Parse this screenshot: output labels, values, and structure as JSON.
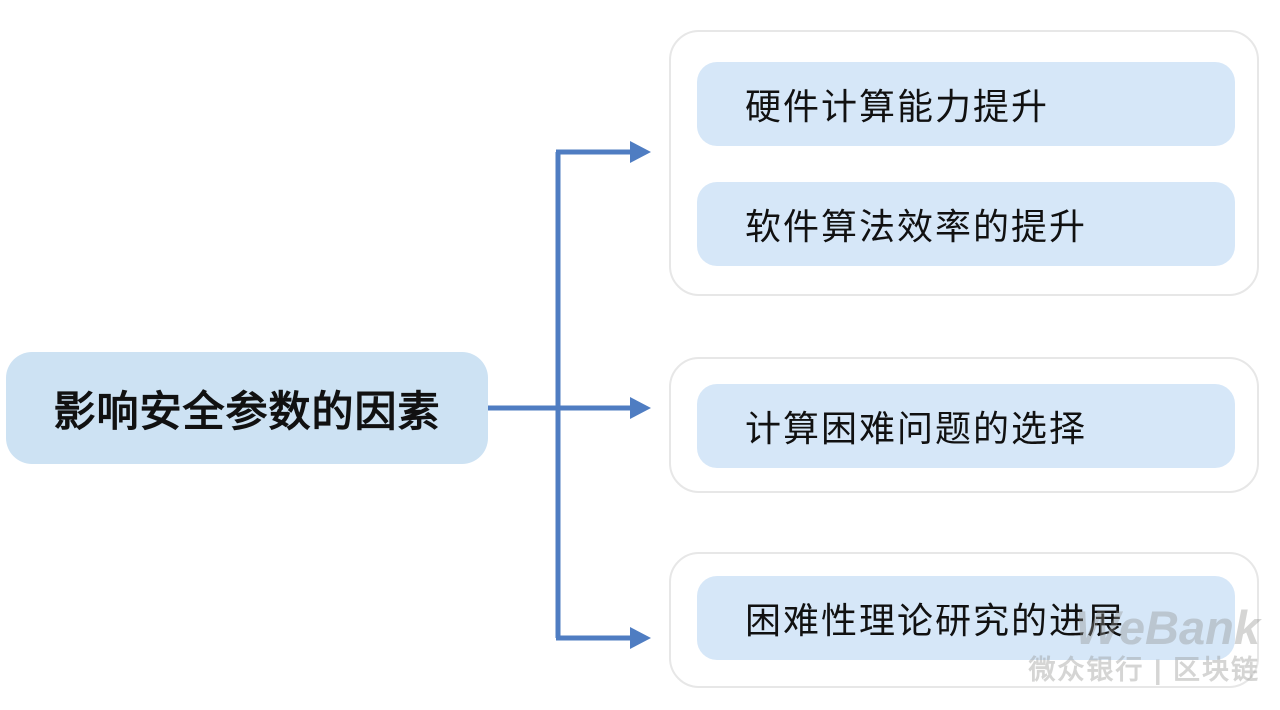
{
  "diagram": {
    "root": {
      "label": "影响安全参数的因素"
    },
    "groups": [
      {
        "name": "group-1",
        "items": [
          {
            "label": "硬件计算能力提升"
          },
          {
            "label": "软件算法效率的提升"
          }
        ]
      },
      {
        "name": "group-2",
        "items": [
          {
            "label": "计算困难问题的选择"
          }
        ]
      },
      {
        "name": "group-3",
        "items": [
          {
            "label": "困难性理论研究的进展"
          }
        ]
      }
    ],
    "connections": [
      {
        "from": "root",
        "to": "group-1"
      },
      {
        "from": "root",
        "to": "group-2"
      },
      {
        "from": "root",
        "to": "group-3"
      }
    ]
  },
  "watermark": {
    "brand": "WeBank",
    "subtitle": "微众银行 | 区块链"
  },
  "colors": {
    "node_fill": "#cde2f3",
    "item_fill": "#d6e7f8",
    "group_border": "#e7e7e7",
    "arrow": "#4f7dc2",
    "text": "#111111",
    "background": "#ffffff"
  }
}
